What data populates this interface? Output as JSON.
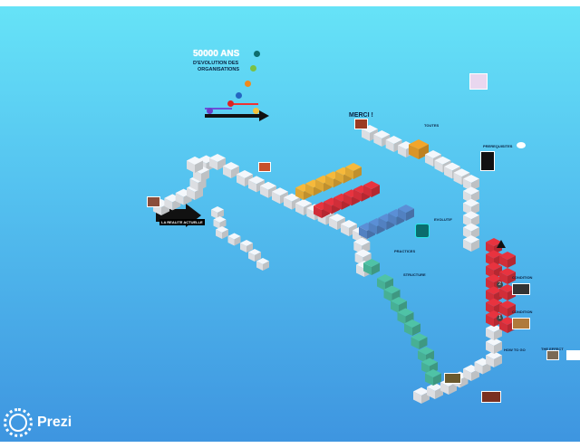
{
  "title": {
    "line1": "50000 ANS",
    "line2": "D'EVOLUTION DES",
    "line3": "ORGANISATIONS"
  },
  "labels": {
    "merci": "MERCI !",
    "reality": "LA REALITE ACTUELLE",
    "practices": "PRACTICES",
    "evolutif": "EVOLUTIF",
    "condition2": "CONDITION",
    "condition1": "CONDITION",
    "how_to_go": "HOW TO GO",
    "effect": "THE EFFECT",
    "structure": "STRUCTURE",
    "prerequisites": "PREREQUISITES",
    "toutes": "TOUTES"
  },
  "numbers": {
    "one": "1",
    "two": "2"
  },
  "brand": {
    "name": "Prezi"
  },
  "colors": {
    "white_cube": "#f4f7fb",
    "orange": "#f2a52b",
    "yellow": "#f6b93b",
    "red": "#e8333f",
    "blue": "#5b8fd6",
    "teal": "#4fc3a6",
    "bg_top": "#66e3f7",
    "bg_bottom": "#3e95e0"
  }
}
